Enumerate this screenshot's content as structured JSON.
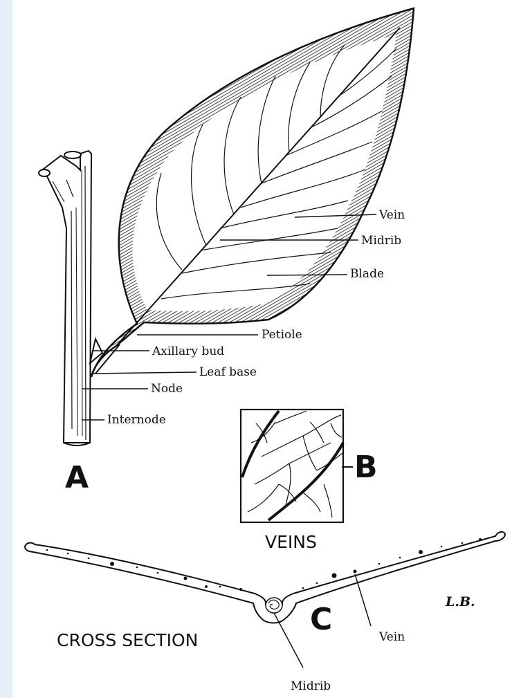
{
  "figure_a": {
    "panel_letter": "A",
    "labels": {
      "vein": "Vein",
      "midrib": "Midrib",
      "blade": "Blade",
      "petiole": "Petiole",
      "axillary_bud": "Axillary bud",
      "leaf_base": "Leaf base",
      "node": "Node",
      "internode": "Internode"
    }
  },
  "figure_b": {
    "panel_letter": "B",
    "caption": "VEINS"
  },
  "figure_c": {
    "panel_letter": "C",
    "caption": "CROSS SECTION",
    "labels": {
      "vein": "Vein",
      "midrib": "Midrib"
    }
  },
  "signature": "L.B."
}
